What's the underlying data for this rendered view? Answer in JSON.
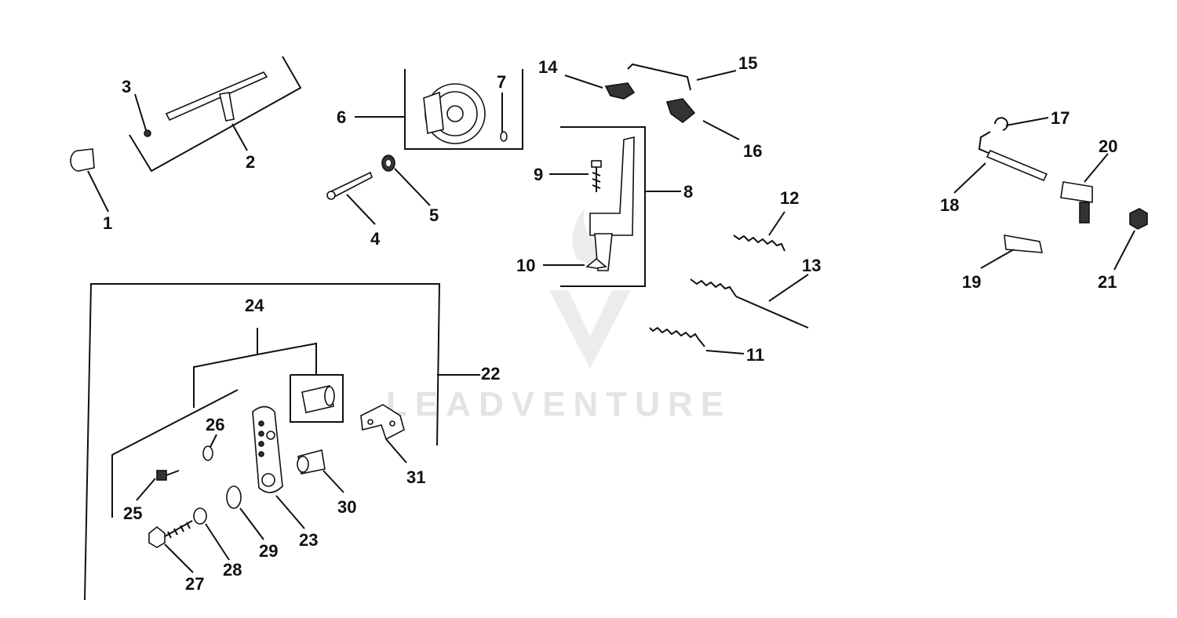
{
  "diagram": {
    "callouts": [
      "1",
      "2",
      "3",
      "4",
      "5",
      "6",
      "7",
      "8",
      "9",
      "10",
      "11",
      "12",
      "13",
      "14",
      "15",
      "16",
      "17",
      "18",
      "19",
      "20",
      "21",
      "22",
      "23",
      "24",
      "25",
      "26",
      "27",
      "28",
      "29",
      "30",
      "31"
    ],
    "watermark": "LEADVENTURE"
  }
}
